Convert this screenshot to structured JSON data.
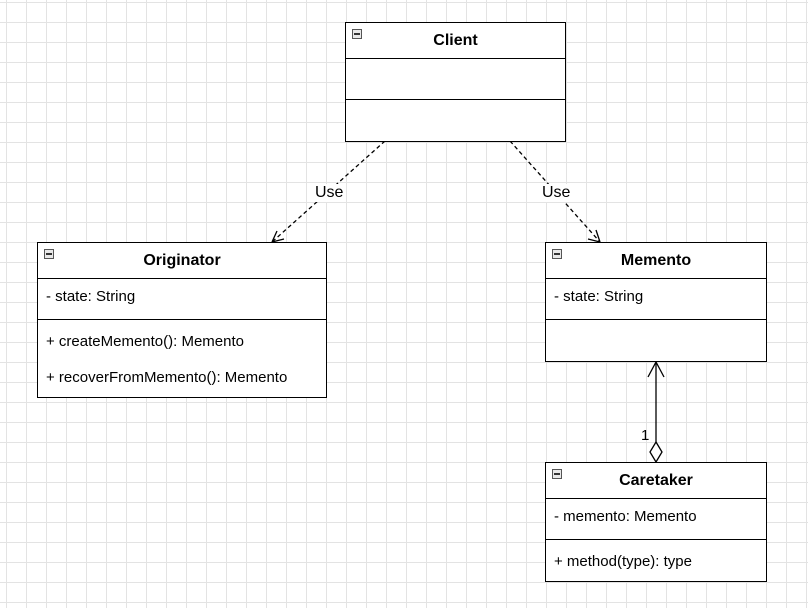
{
  "classes": {
    "client": {
      "name": "Client",
      "attributes": [],
      "operations": []
    },
    "originator": {
      "name": "Originator",
      "attributes": [
        "- state: String"
      ],
      "operations": [
        "+ createMemento(): Memento",
        "+ recoverFromMemento(): Memento"
      ]
    },
    "memento": {
      "name": "Memento",
      "attributes": [
        "- state: String"
      ],
      "operations": []
    },
    "caretaker": {
      "name": "Caretaker",
      "attributes": [
        "- memento: Memento"
      ],
      "operations": [
        "+ method(type): type"
      ]
    }
  },
  "relations": {
    "client_originator": {
      "label": "Use"
    },
    "client_memento": {
      "label": "Use"
    },
    "caretaker_memento": {
      "multiplicity": "1"
    }
  }
}
